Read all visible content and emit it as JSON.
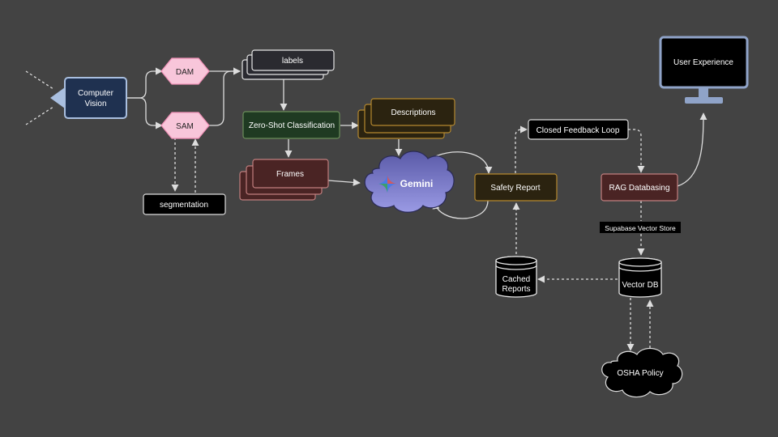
{
  "nodes": {
    "computer_vision": "Computer\nVision",
    "dam": "DAM",
    "sam": "SAM",
    "segmentation": "segmentation",
    "labels": "labels",
    "zero_shot": "Zero-Shot Classification",
    "descriptions": "Descriptions",
    "frames": "Frames",
    "gemini": "Gemini",
    "safety_report": "Safety Report",
    "closed_feedback": "Closed Feedback Loop",
    "rag": "RAG Databasing",
    "user_experience": "User Experience",
    "supabase": "Supabase Vector Store",
    "vector_db": "Vector DB",
    "cached_reports": "Cached\nReports",
    "osha": "OSHA Policy"
  },
  "colors": {
    "background": "#434343",
    "cv_fill": "#1f3150",
    "cv_stroke": "#a9bfe0",
    "hex_fill": "#f8c6da",
    "hex_stroke": "#f090b6",
    "labels_fill": "#2a2a30",
    "zsc_fill": "#1f3a22",
    "zsc_stroke": "#6b8e5a",
    "desc_fill": "#2b2310",
    "desc_stroke": "#b5892f",
    "frames_fill": "#4a2424",
    "frames_stroke": "#c27f7f",
    "gemini_fill_top": "#5a5aa8",
    "gemini_fill_bottom": "#9a9ae4",
    "safety_fill": "#2b2310",
    "rag_fill": "#4a2424",
    "ux_stroke": "#8fa3c8",
    "line": "#dddddd"
  },
  "icons": {
    "camera": "camera-icon",
    "gemini_star": "gemini-star-icon",
    "monitor": "monitor-icon",
    "database": "database-icon",
    "cloud": "cloud-icon"
  }
}
